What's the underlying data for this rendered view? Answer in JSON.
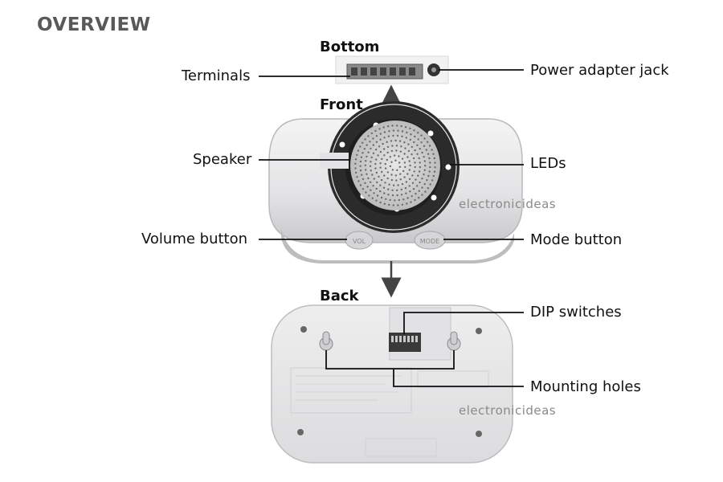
{
  "title": "OVERVIEW",
  "sections": {
    "bottom": "Bottom",
    "front": "Front",
    "back": "Back"
  },
  "callouts": {
    "terminals": "Terminals",
    "power_jack": "Power adapter jack",
    "speaker": "Speaker",
    "leds": "LEDs",
    "volume_button": "Volume button",
    "mode_button": "Mode button",
    "dip_switches": "DIP switches",
    "mounting_holes": "Mounting holes"
  },
  "device_labels": {
    "volume_key": "VOL",
    "mode_key": "MODE"
  },
  "watermark": "electronicideas",
  "colors": {
    "text": "#111111",
    "heading": "#58595b",
    "device_body": "#e9e9ea",
    "device_edge": "#b9b9bb",
    "ring_dark": "#2b2b2b"
  }
}
